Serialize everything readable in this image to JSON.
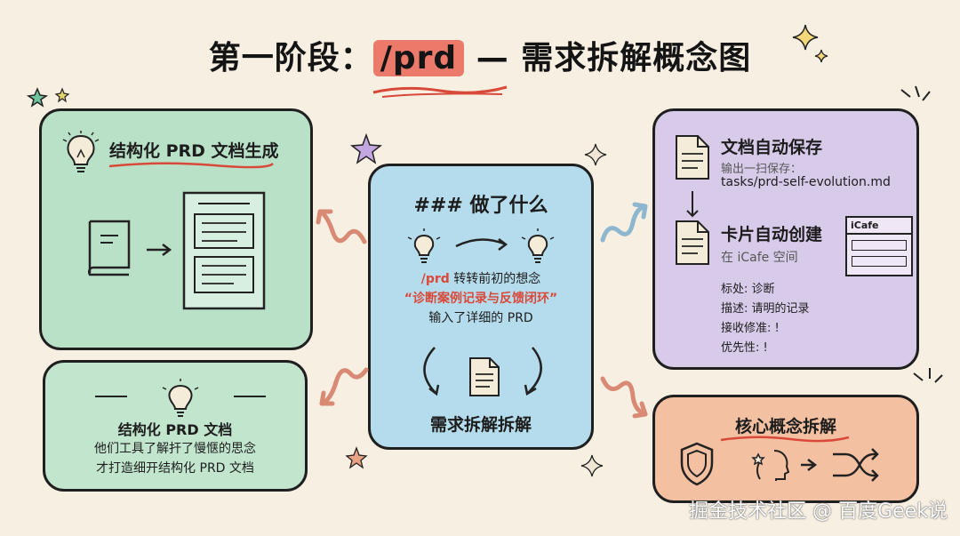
{
  "title": {
    "prefix": "第一阶段：",
    "highlight": "/prd",
    "suffix": " — 需求拆解概念图"
  },
  "panels": {
    "top_left": {
      "heading": "结构化 PRD 文档生成"
    },
    "bottom_left": {
      "heading": "结构化 PRD 文档",
      "line1": "他们工具了解扞了慢惬的思念",
      "line2": "才打造细开结构化 PRD 文档"
    },
    "center": {
      "heading": "### 做了什么",
      "line1_cmd": "/prd",
      "line1_rest": " 转转前初的想念",
      "line2": "“诊断案例记录与反馈闭环”",
      "line3": "输入了详细的 PRD",
      "footer": "需求拆解拆解"
    },
    "top_right": {
      "doc_title": "文档自动保存",
      "doc_sub1": "输出一扫保存：",
      "doc_sub2": "tasks/prd-self-evolution.md",
      "card_title": "卡片自动创建",
      "card_sub": "在 iCafe 空间",
      "card_window_label": "iCafe",
      "fields": [
        {
          "text": "标处: 诊断"
        },
        {
          "text": "描述: 请明的记录"
        },
        {
          "text": "接收修准: !"
        },
        {
          "text": "优先性: !"
        }
      ]
    },
    "bottom_right": {
      "heading": "核心概念拆解"
    }
  },
  "watermark": "掘金技术社区 @ 百度Geek说",
  "colors": {
    "background": "#f7efe2",
    "green": "#b9e1c8",
    "blue": "#b5dcec",
    "purple": "#d8cbea",
    "orange": "#f4c0a2",
    "accent_red": "#d9493a",
    "arrow_orange": "#d98a74",
    "arrow_blue": "#8db6cf"
  },
  "icons": [
    "lightbulb-icon",
    "book-icon",
    "document-icon",
    "arrow-icon",
    "shield-icon",
    "head-icon",
    "shuffle-icon",
    "star-icon",
    "sparkle-icon",
    "window-icon"
  ]
}
